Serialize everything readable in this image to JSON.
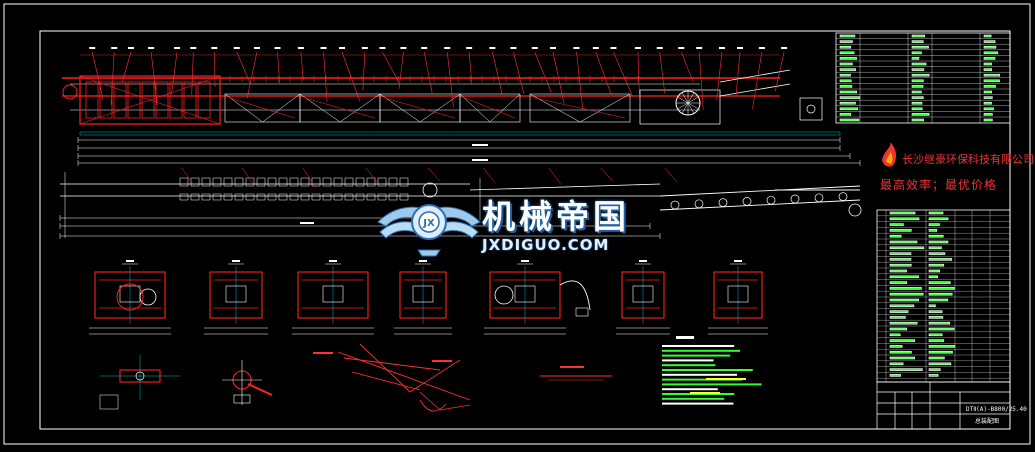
{
  "watermark": {
    "title_cn": "机械帝国",
    "title_en": "JXDIGUO.COM"
  },
  "vendor": {
    "company": "长沙继豪环保科技有限公司",
    "slogan": "最高效率；最优价格"
  },
  "title_block": {
    "drawing_no": "DTⅡ(A)-B800/25.40",
    "drawing_title": "总装配图"
  },
  "colors": {
    "background": "#000000",
    "frame": "#ffffff",
    "machine": "#ff2020",
    "dimension": "#00e5ff",
    "leader": "#ff3030",
    "table_text": "#33ff33",
    "note_text": "#33ff33",
    "accent_yellow": "#ffff33"
  }
}
